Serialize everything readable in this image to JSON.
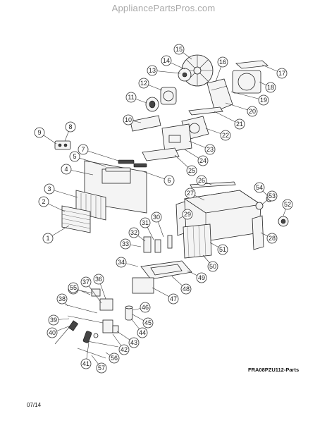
{
  "header": {
    "site": "AppliancePartsPros.com"
  },
  "diagram": {
    "model_label": "FRA08PZU112-Parts",
    "date": "07/14",
    "callouts": [
      "1",
      "2",
      "3",
      "4",
      "5",
      "6",
      "7",
      "8",
      "9",
      "10",
      "11",
      "12",
      "13",
      "14",
      "15",
      "16",
      "17",
      "18",
      "19",
      "20",
      "21",
      "22",
      "23",
      "24",
      "25",
      "26",
      "27",
      "28",
      "29",
      "30",
      "31",
      "32",
      "33",
      "34",
      "35",
      "36",
      "37",
      "38",
      "39",
      "40",
      "41",
      "42",
      "43",
      "44",
      "45",
      "46",
      "47",
      "48",
      "49",
      "50",
      "51",
      "52",
      "53",
      "54",
      "55",
      "56",
      "57"
    ]
  }
}
